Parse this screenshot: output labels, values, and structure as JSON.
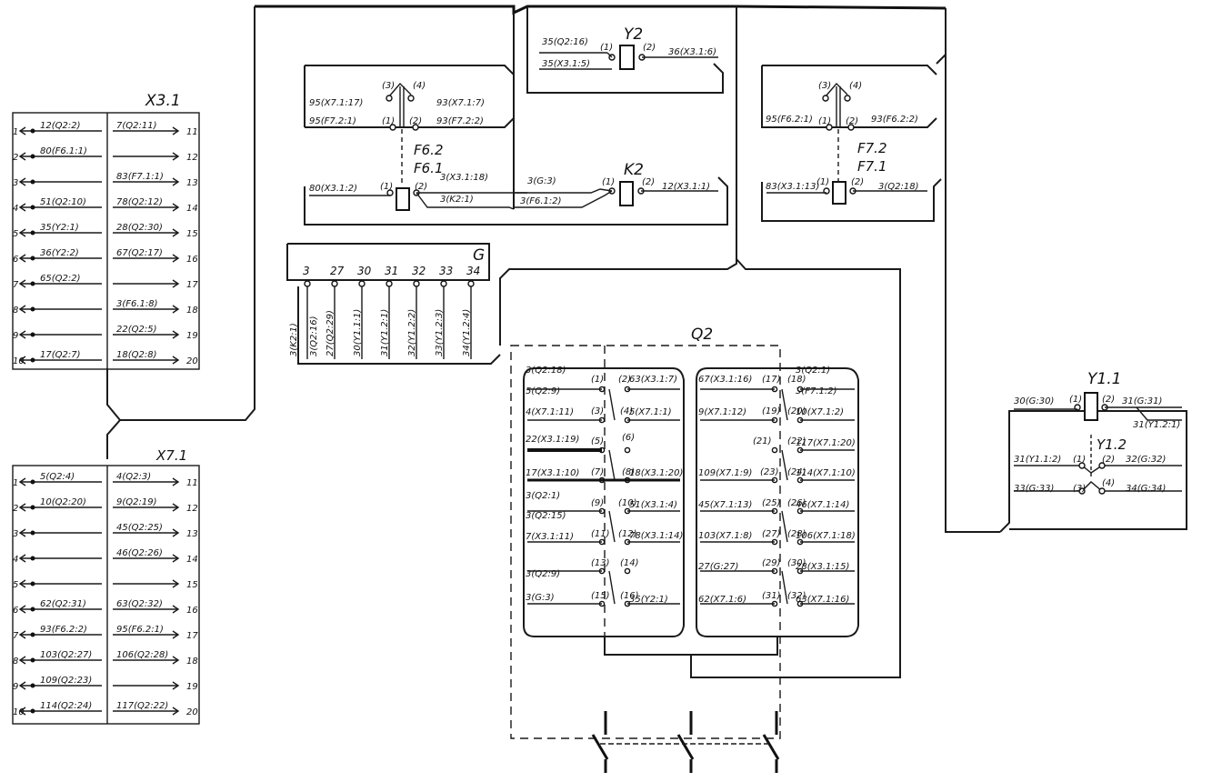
{
  "blocks": {
    "x31": {
      "title": "X3.1",
      "left": [
        "12(Q2:2)",
        "80(F6.1:1)",
        "",
        "51(Q2:10)",
        "35(Y2:1)",
        "36(Y2:2)",
        "65(Q2:2)",
        "",
        "",
        "17(Q2:7)"
      ],
      "right": [
        "7(Q2:11)",
        "",
        "83(F7.1:1)",
        "78(Q2:12)",
        "28(Q2:30)",
        "67(Q2:17)",
        "",
        "3(F6.1:8)",
        "22(Q2:5)",
        "18(Q2:8)"
      ]
    },
    "x71": {
      "title": "X7.1",
      "left": [
        "5(Q2:4)",
        "10(Q2:20)",
        "",
        "",
        "",
        "62(Q2:31)",
        "93(F6.2:2)",
        "103(Q2:27)",
        "109(Q2:23)",
        "114(Q2:24)"
      ],
      "right": [
        "4(Q2:3)",
        "9(Q2:19)",
        "45(Q2:25)",
        "46(Q2:26)",
        "",
        "63(Q2:32)",
        "95(F6.2:1)",
        "106(Q2:28)",
        "",
        "117(Q2:22)"
      ]
    },
    "y2": {
      "title": "Y2",
      "w1": "35(Q2:16)",
      "w2": "35(X3.1:5)",
      "w3": "36(X3.1:6)",
      "p1": "(1)",
      "p2": "(2)"
    },
    "f62": {
      "title": "F6.2",
      "sub": "F6.1",
      "w1": "95(X7.1:17)",
      "w2": "95(F7.2:1)",
      "w3": "93(X7.1:7)",
      "w4": "93(F7.2:2)",
      "p1": "(1)",
      "p2": "(2)",
      "p3": "(3)",
      "p4": "(4)",
      "c1": "80(X3.1:2)",
      "c2": "3(X3.1:18)",
      "c3": "3(K2:1)",
      "cp1": "(1)",
      "cp2": "(2)"
    },
    "k2": {
      "title": "K2",
      "w1": "3(G:3)",
      "w2": "3(F6.1:2)",
      "w3": "12(X3.1:1)",
      "p1": "(1)",
      "p2": "(2)"
    },
    "f72": {
      "title": "F7.2",
      "sub": "F7.1",
      "w1": "95(F6.2:1)",
      "w2": "93(F6.2:2)",
      "p1": "(1)",
      "p2": "(2)",
      "p3": "(3)",
      "p4": "(4)",
      "c1": "83(X3.1:13)",
      "c2": "3(Q2:18)",
      "cp1": "(1)",
      "cp2": "(2)"
    },
    "g": {
      "title": "G",
      "pins": [
        "3",
        "27",
        "30",
        "31",
        "32",
        "33",
        "34"
      ],
      "wires": [
        "3(K2:1)",
        "3(Q2:16)",
        "27(Q2:29)",
        "30(Y1.1:1)",
        "31(Y1.2:1)",
        "32(Y1.2:2)",
        "33(Y1.2:3)",
        "34(Y1.2:4)"
      ]
    },
    "q2": {
      "title": "Q2",
      "left_labels": [
        "3(Q2:18)",
        "5(Q2:9)",
        "4(X7.1:11)",
        "22(X3.1:19)",
        "17(X3.1:10)",
        "3(Q2:1)",
        "3(Q2:15)",
        "7(X3.1:11)",
        "3(Q2:9)",
        "3(G:3)"
      ],
      "left_pins": [
        "(1)",
        "(2)",
        "(3)",
        "(4)",
        "(5)",
        "(6)",
        "(7)",
        "(8)",
        "(9)",
        "(10)",
        "(11)",
        "(12)",
        "(13)",
        "(14)",
        "(15)",
        "(16)"
      ],
      "mid_labels": [
        "63(X3.1:7)",
        "5(X7.1:1)",
        "18(X3.1:20)",
        "51(X3.1:4)",
        "78(X3.1:14)",
        "35(Y2:1)"
      ],
      "right_labels": [
        "67(X3.1:16)",
        "9(X7.1:12)",
        "109(X7.1:9)",
        "45(X7.1:13)",
        "103(X7.1:8)",
        "27(G:27)",
        "62(X7.1:6)"
      ],
      "right_pins": [
        "(17)",
        "(18)",
        "(19)",
        "(20)",
        "(21)",
        "(22)",
        "(23)",
        "(24)",
        "(25)",
        "(26)",
        "(27)",
        "(28)",
        "(29)",
        "(30)",
        "(31)",
        "(32)"
      ],
      "far_labels": [
        "3(Q2:1)",
        "3(F7.1:2)",
        "10(X7.1:2)",
        "117(X7.1:20)",
        "114(X7.1:10)",
        "46(X7.1:14)",
        "106(X7.1:18)",
        "28(X3.1:15)",
        "63(X7.1:16)"
      ]
    },
    "y11": {
      "title": "Y1.1",
      "sub": "Y1.2",
      "w1": "30(G:30)",
      "w2": "31(G:31)",
      "w3": "31(Y1.2:1)",
      "w4": "31(Y1.1:2)",
      "w5": "32(G:32)",
      "w6": "33(G:33)",
      "w7": "34(G:34)",
      "p1": "(1)",
      "p2": "(2)",
      "p3": "(3)",
      "p4": "(4)"
    }
  }
}
